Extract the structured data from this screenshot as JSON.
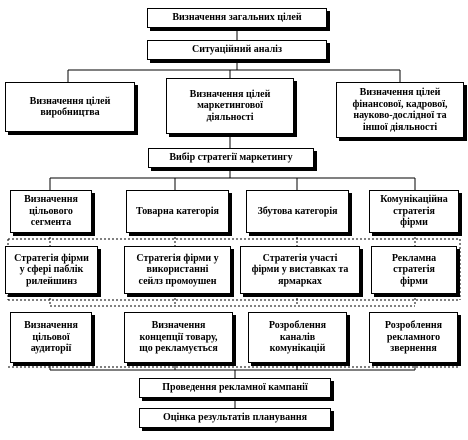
{
  "boxes": {
    "goals": "Визначення загальних цілей",
    "situational": "Ситуаційний аналіз",
    "producer_goals": "Визначення цілей\nвиробництва",
    "marketing_goals": "Визначення цілей\nмаркетингової\nдіяльності",
    "other_goals": "Визначення цілей\nфінансової, кадрової,\nнауково-дослідної та\nіншої діяльності",
    "strategy_choice": "Вибір стратегії маркетингу",
    "target_segment": "Визначення\nцільового\nсегмента",
    "product_category": "Товарна категорія",
    "sales_category": "Збутова категорія",
    "communication_strategy": "Комунікаційна\nстратегія\nфірми",
    "pr_strategy": "Стратегія фірми\nу сфері паблік\nрилейшинз",
    "sales_promotion_strategy": "Стратегія фірми у\nвикористанні\nсейлз промоушен",
    "exhibitions_strategy": "Стратегія участі\nфірми у виставках та\nярмарках",
    "advertising_strategy": "Рекламна\nстратегія\nфірми",
    "target_audience": "Визначення\nцільової\nаудиторії",
    "product_concept": "Визначення\nконцепції товару,\nщо рекламується",
    "channels": "Розроблення\nканалів\nкомунікацій",
    "appeal": "Розроблення\nрекламного\nзвернення",
    "campaign": "Проведення рекламної кампанії",
    "evaluation": "Оцінка результатів планування"
  }
}
